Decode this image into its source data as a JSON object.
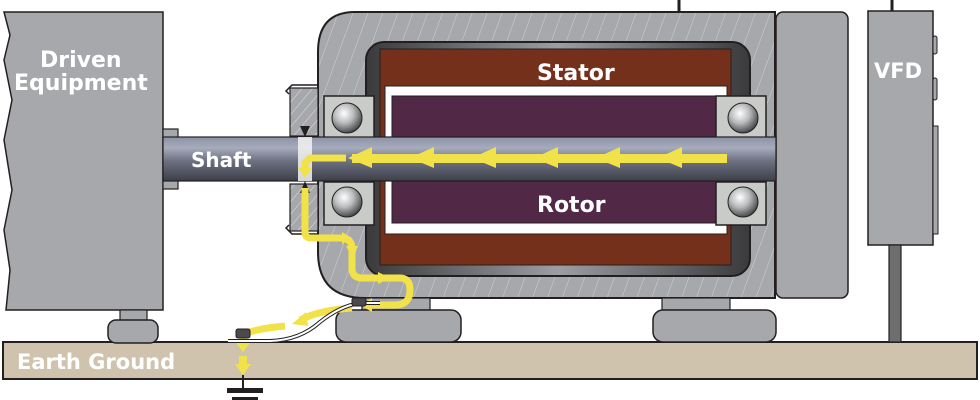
{
  "title": "Shaft current path through motor bearings to earth ground",
  "labels": {
    "driven_equipment_line1": "Driven",
    "driven_equipment_line2": "Equipment",
    "shaft": "Shaft",
    "stator": "Stator",
    "rotor": "Rotor",
    "vfd": "VFD",
    "earth_ground": "Earth Ground"
  },
  "colors": {
    "housing_gray": "#a7a8ab",
    "stator_brown": "#74301b",
    "rotor_purple": "#512947",
    "current_yellow": "#f1e24a",
    "ground_tan": "#cfc3ae",
    "outline": "#231f20",
    "vfd_cable": "#6d6e70"
  },
  "current_path": {
    "description": "Current flows from VFD side along shaft, through shaft grounding ring, through motor frame to grounding strap and into earth ground",
    "shaft_arrow_count": 6
  }
}
